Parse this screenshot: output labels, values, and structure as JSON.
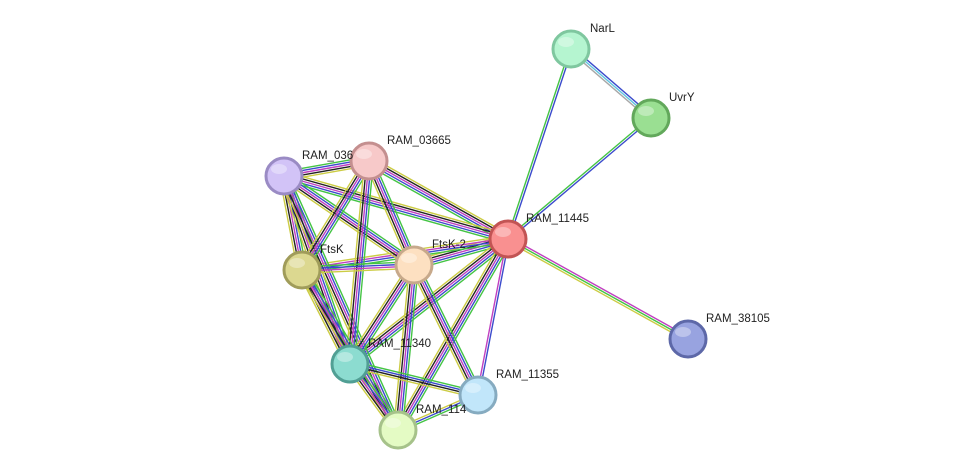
{
  "network": {
    "nodes": [
      {
        "id": "NarL",
        "label": "NarL",
        "fill": "#b5f5d0",
        "stroke": "#7fc79f"
      },
      {
        "id": "UvrY",
        "label": "UvrY",
        "fill": "#9adf92",
        "stroke": "#62a85b"
      },
      {
        "id": "RAM_03665",
        "label": "RAM_03665",
        "fill": "#f7c9c9",
        "stroke": "#c48f8f"
      },
      {
        "id": "RAM_036",
        "label": "RAM_036",
        "fill": "#d2c3f7",
        "stroke": "#9a8bc4"
      },
      {
        "id": "RAM_11445",
        "label": "RAM_11445",
        "fill": "#f99090",
        "stroke": "#c25454"
      },
      {
        "id": "FtsK-2",
        "label": "FtsK-2",
        "fill": "#fde0c1",
        "stroke": "#c7a98b"
      },
      {
        "id": "FtsK",
        "label": "FtsK",
        "fill": "#dcd890",
        "stroke": "#a09c5a"
      },
      {
        "id": "RAM_38105",
        "label": "RAM_38105",
        "fill": "#98a3e0",
        "stroke": "#5d68a8"
      },
      {
        "id": "RAM_11340",
        "label": "RAM_11340",
        "fill": "#8cdcd0",
        "stroke": "#519f94"
      },
      {
        "id": "RAM_11355",
        "label": "RAM_11355",
        "fill": "#c1e6fa",
        "stroke": "#86abc0"
      },
      {
        "id": "RAM_114",
        "label": "RAM_114",
        "fill": "#e4fbc4",
        "stroke": "#a6c28a"
      }
    ],
    "edges": [
      {
        "source": "NarL",
        "target": "UvrY",
        "colors": [
          "#3b4bcc",
          "#5fc4e0",
          "#a8a8a8"
        ]
      },
      {
        "source": "NarL",
        "target": "RAM_11445",
        "colors": [
          "#3b4bcc",
          "#44c444"
        ]
      },
      {
        "source": "UvrY",
        "target": "RAM_11445",
        "colors": [
          "#3b4bcc",
          "#44c444"
        ]
      },
      {
        "source": "RAM_11445",
        "target": "RAM_38105",
        "colors": [
          "#c040c0",
          "#44c444",
          "#cccc44"
        ]
      },
      {
        "source": "RAM_11445",
        "target": "RAM_03665",
        "colors": [
          "#44c444",
          "#3b4bcc",
          "#c040c0",
          "#222222",
          "#cccc44"
        ]
      },
      {
        "source": "RAM_11445",
        "target": "RAM_036",
        "colors": [
          "#44c444",
          "#3b4bcc",
          "#c040c0",
          "#222222",
          "#cccc44"
        ]
      },
      {
        "source": "RAM_11445",
        "target": "FtsK-2",
        "colors": [
          "#44c444",
          "#3b4bcc",
          "#c040c0",
          "#222222",
          "#cccc44"
        ]
      },
      {
        "source": "RAM_11445",
        "target": "FtsK",
        "colors": [
          "#44c444",
          "#3b4bcc",
          "#c040c0",
          "#cccc44"
        ]
      },
      {
        "source": "RAM_11445",
        "target": "RAM_11340",
        "colors": [
          "#44c444",
          "#3b4bcc",
          "#c040c0",
          "#222222",
          "#cccc44"
        ]
      },
      {
        "source": "RAM_11445",
        "target": "RAM_11355",
        "colors": [
          "#3b4bcc",
          "#c040c0"
        ]
      },
      {
        "source": "RAM_11445",
        "target": "RAM_114",
        "colors": [
          "#44c444",
          "#3b4bcc",
          "#c040c0",
          "#222222",
          "#cccc44"
        ]
      },
      {
        "source": "RAM_036",
        "target": "RAM_03665",
        "colors": [
          "#44c444",
          "#3b4bcc",
          "#c040c0",
          "#222222",
          "#cccc44"
        ]
      },
      {
        "source": "RAM_036",
        "target": "FtsK-2",
        "colors": [
          "#44c444",
          "#3b4bcc",
          "#c040c0",
          "#222222",
          "#cccc44"
        ]
      },
      {
        "source": "RAM_036",
        "target": "FtsK",
        "colors": [
          "#44c444",
          "#3b4bcc",
          "#c040c0",
          "#222222",
          "#cccc44"
        ]
      },
      {
        "source": "RAM_036",
        "target": "RAM_11340",
        "colors": [
          "#44c444",
          "#3b4bcc",
          "#c040c0",
          "#222222",
          "#cccc44"
        ]
      },
      {
        "source": "RAM_036",
        "target": "RAM_114",
        "colors": [
          "#44c444",
          "#3b4bcc",
          "#c040c0",
          "#222222",
          "#cccc44"
        ]
      },
      {
        "source": "RAM_03665",
        "target": "FtsK-2",
        "colors": [
          "#44c444",
          "#3b4bcc",
          "#c040c0",
          "#222222",
          "#cccc44"
        ]
      },
      {
        "source": "RAM_03665",
        "target": "FtsK",
        "colors": [
          "#44c444",
          "#3b4bcc",
          "#c040c0",
          "#222222",
          "#cccc44"
        ]
      },
      {
        "source": "RAM_03665",
        "target": "RAM_11340",
        "colors": [
          "#44c444",
          "#3b4bcc",
          "#c040c0",
          "#222222",
          "#cccc44"
        ]
      },
      {
        "source": "FtsK",
        "target": "FtsK-2",
        "colors": [
          "#44c444",
          "#3b4bcc",
          "#c040c0",
          "#cccc44"
        ]
      },
      {
        "source": "FtsK",
        "target": "RAM_11340",
        "colors": [
          "#44c444",
          "#3b4bcc",
          "#c040c0",
          "#222222",
          "#cccc44"
        ]
      },
      {
        "source": "FtsK",
        "target": "RAM_114",
        "colors": [
          "#44c444",
          "#3b4bcc",
          "#c040c0",
          "#222222",
          "#cccc44"
        ]
      },
      {
        "source": "FtsK-2",
        "target": "RAM_11340",
        "colors": [
          "#44c444",
          "#3b4bcc",
          "#c040c0",
          "#222222",
          "#cccc44"
        ]
      },
      {
        "source": "FtsK-2",
        "target": "RAM_11355",
        "colors": [
          "#44c444",
          "#3b4bcc",
          "#c040c0",
          "#222222",
          "#cccc44"
        ]
      },
      {
        "source": "FtsK-2",
        "target": "RAM_114",
        "colors": [
          "#44c444",
          "#3b4bcc",
          "#c040c0",
          "#222222",
          "#cccc44"
        ]
      },
      {
        "source": "RAM_11340",
        "target": "RAM_11355",
        "colors": [
          "#44c444",
          "#3b4bcc",
          "#222222",
          "#cccc44"
        ]
      },
      {
        "source": "RAM_11340",
        "target": "RAM_114",
        "colors": [
          "#44c444",
          "#3b4bcc",
          "#c040c0",
          "#222222",
          "#cccc44"
        ]
      },
      {
        "source": "RAM_11355",
        "target": "RAM_114",
        "colors": [
          "#44c444",
          "#3b4bcc",
          "#cccc44"
        ]
      }
    ]
  }
}
